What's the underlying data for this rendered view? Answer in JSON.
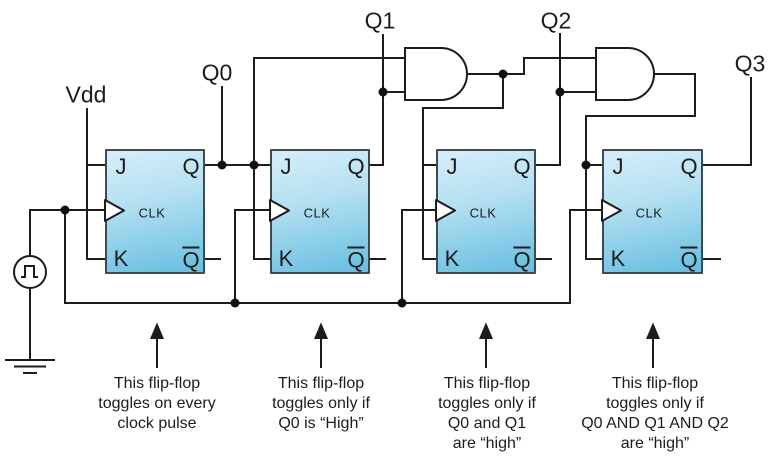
{
  "colors": {
    "background": "#ffffff",
    "wire": "#1c1c1c",
    "flipflop_fill_top": "#d7eef9",
    "flipflop_fill_bottom": "#66bee1",
    "flipflop_border": "#3d4b55",
    "text": "#1c1c1c"
  },
  "signals": {
    "vdd": "Vdd",
    "q0": "Q0",
    "q1": "Q1",
    "q2": "Q2",
    "q3": "Q3"
  },
  "flipflop_pins": {
    "j": "J",
    "q": "Q",
    "clk": "CLK",
    "k": "K",
    "qbar": "Q"
  },
  "icons": {
    "clock_source": "clock-pulse-source",
    "ground": "ground-symbol",
    "and_gate": "and-gate",
    "clk_input": "clock-edge-triangle",
    "arrow": "up-arrow"
  },
  "annotations": [
    {
      "lines": [
        "This flip-flop",
        "toggles on every",
        "clock pulse"
      ]
    },
    {
      "lines": [
        "This flip-flop",
        "toggles only if",
        "Q0 is “High”"
      ]
    },
    {
      "lines": [
        "This flip-flop",
        "toggles only if",
        "Q0 and Q1",
        "are “high”"
      ]
    },
    {
      "lines": [
        "This flip-flop",
        "toggles only if",
        "Q0 AND Q1 AND Q2",
        "are “high”"
      ]
    }
  ]
}
